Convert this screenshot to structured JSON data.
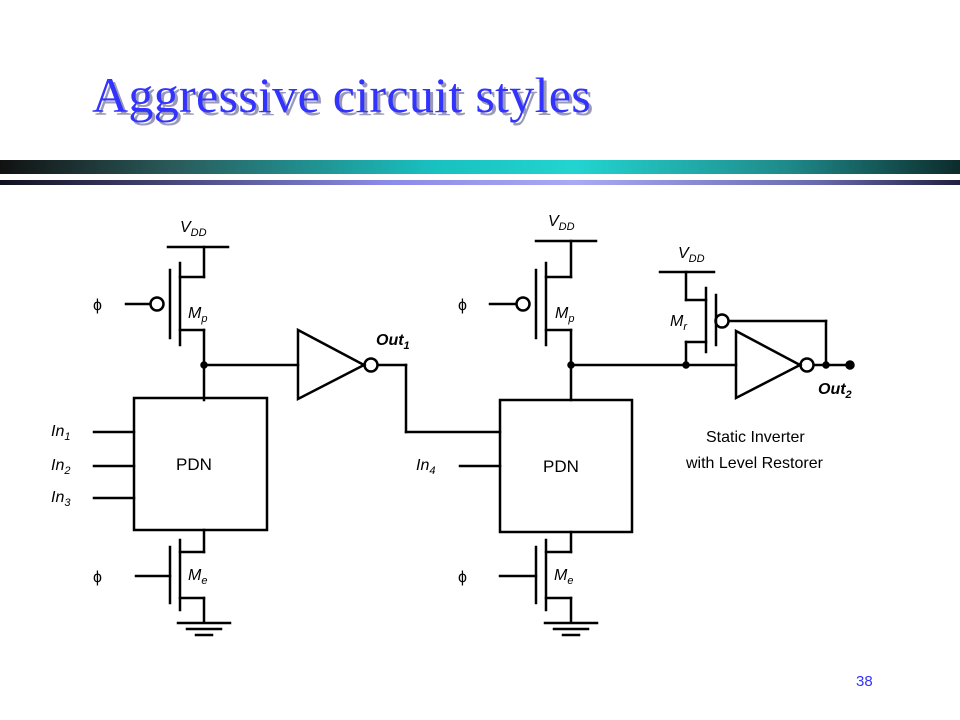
{
  "slide": {
    "title": "Aggressive circuit styles",
    "page_number": "38"
  },
  "diagram": {
    "stage1": {
      "vdd": {
        "main": "V",
        "sub": "DD"
      },
      "clock": "ϕ",
      "precharge": {
        "main": "M",
        "sub": "p"
      },
      "pdn": "PDN",
      "inputs": [
        {
          "main": "In",
          "sub": "1"
        },
        {
          "main": "In",
          "sub": "2"
        },
        {
          "main": "In",
          "sub": "3"
        }
      ],
      "eval": {
        "main": "M",
        "sub": "e"
      },
      "output": {
        "main": "Out",
        "sub": "1"
      }
    },
    "stage2": {
      "vdd": {
        "main": "V",
        "sub": "DD"
      },
      "clock": "ϕ",
      "precharge": {
        "main": "M",
        "sub": "p"
      },
      "pdn": "PDN",
      "inputs": [
        {
          "main": "In",
          "sub": "4"
        }
      ],
      "eval": {
        "main": "M",
        "sub": "e"
      },
      "restorer_vdd": {
        "main": "V",
        "sub": "DD"
      },
      "restorer": {
        "main": "M",
        "sub": "r"
      },
      "output": {
        "main": "Out",
        "sub": "2"
      },
      "note_line1": "Static Inverter",
      "note_line2": "with Level Restorer"
    }
  }
}
